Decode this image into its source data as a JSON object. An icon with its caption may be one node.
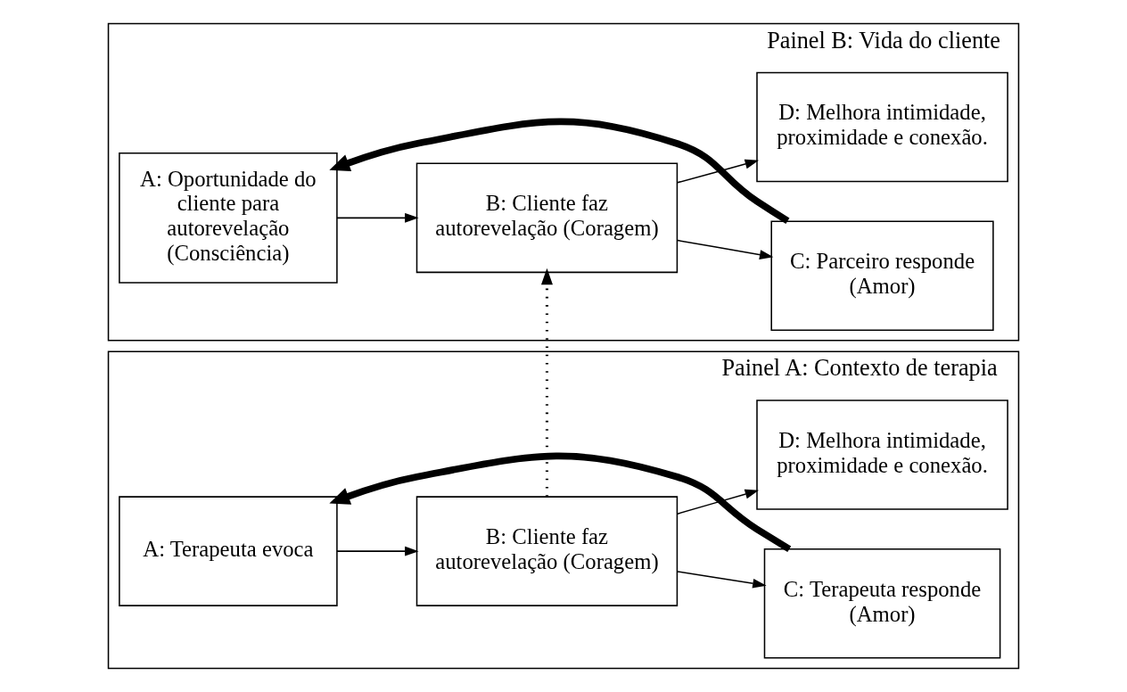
{
  "diagram": {
    "nodes": [
      {
        "text": [
          "Painel A: Contexto de terapia"
        ]
      },
      {
        "text": [
          "A: Terapeuta evoca"
        ],
        "in": 0
      },
      {
        "text": [
          "B: Cliente faz autorevelação (Coragem)"
        ],
        "in": 0
      },
      {
        "text": [
          "C: Terapeuta responde (Amor)"
        ],
        "in": 0
      },
      {
        "text": [
          "D: Melhora intimidade, proximidade e conexão."
        ],
        "in": 0
      },
      {
        "text": [
          "Painel B: Vida do cliente"
        ]
      },
      {
        "text": [
          "A: Oportunidade do cliente para autorevelação (Consciência)"
        ],
        "in": 5
      },
      {
        "text": [
          "B: Cliente faz autorevelação (Coragem)"
        ],
        "in": 5
      },
      {
        "text": [
          "C: Parceiro responde (Amor)"
        ],
        "in": 5
      },
      {
        "text": [
          "D: Melhora intimidade, proximidade e conexão."
        ],
        "in": 5
      }
    ],
    "edges": [
      {
        "from": 1,
        "to": 2,
        "arrow": "to"
      },
      {
        "from": 2,
        "to": 3,
        "arrow": "to"
      },
      {
        "from": 2,
        "to": 4,
        "arrow": "to"
      },
      {
        "from": 3,
        "to": 1,
        "arrow": "to",
        "style": "thick"
      },
      {
        "from": 2,
        "to": 7,
        "arrow": "to",
        "style": "dashed"
      },
      {
        "from": 6,
        "to": 7,
        "arrow": "to"
      },
      {
        "from": 7,
        "to": 8,
        "arrow": "to"
      },
      {
        "from": 7,
        "to": 9,
        "arrow": "to"
      },
      {
        "from": 8,
        "to": 6,
        "arrow": "to",
        "style": "thick"
      }
    ]
  }
}
